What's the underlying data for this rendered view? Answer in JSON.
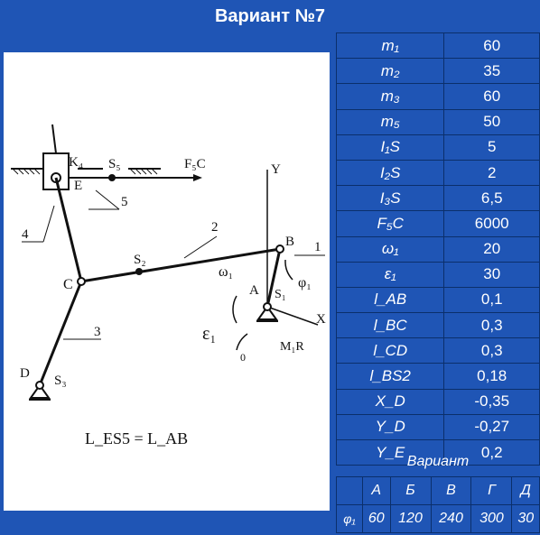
{
  "title": "Вариант №7",
  "params": [
    {
      "name": "m₁",
      "value": "60"
    },
    {
      "name": "m₂",
      "value": "35"
    },
    {
      "name": "m₃",
      "value": "60"
    },
    {
      "name": "m₅",
      "value": "50"
    },
    {
      "name": "I₁S",
      "value": "5"
    },
    {
      "name": "I₂S",
      "value": "2"
    },
    {
      "name": "I₃S",
      "value": "6,5"
    },
    {
      "name": "F₅C",
      "value": "6000"
    },
    {
      "name": "ω₁",
      "value": "20"
    },
    {
      "name": "ε₁",
      "value": "30"
    },
    {
      "name": "l_AB",
      "value": "0,1"
    },
    {
      "name": "l_BC",
      "value": "0,3"
    },
    {
      "name": "l_CD",
      "value": "0,3"
    },
    {
      "name": "l_BS2",
      "value": "0,18"
    },
    {
      "name": "X_D",
      "value": "-0,35"
    },
    {
      "name": "Y_D",
      "value": "-0,27"
    },
    {
      "name": "Y_E",
      "value": "0,2"
    }
  ],
  "variant": {
    "label": "Вариант",
    "columns": [
      "А",
      "Б",
      "В",
      "Г",
      "Д"
    ],
    "row_label": "φ₁",
    "values": [
      "60",
      "120",
      "240",
      "300",
      "30"
    ]
  },
  "diagram": {
    "labels": {
      "K": "K₄",
      "S5": "S₅",
      "F5C": "F₅C",
      "E": "E",
      "n5": "5",
      "n4": "4",
      "Y": "Y",
      "B": "B",
      "n1": "1",
      "n2": "2",
      "S2": "S₂",
      "C": "C",
      "A": "A",
      "S1": "S₁",
      "omega1": "ω₁",
      "phi1": "φ₁",
      "X": "X",
      "eps1": "ε₁",
      "zero": "0",
      "M1r": "M₁R",
      "n3": "3",
      "D": "D",
      "S3": "S₃",
      "formula": "L_ES5 = L_AB"
    }
  }
}
